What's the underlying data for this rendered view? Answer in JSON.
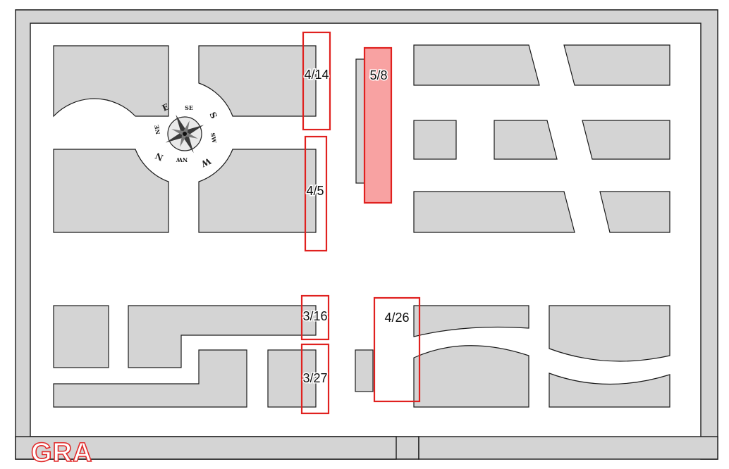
{
  "map": {
    "zones": [
      {
        "id": "zone-4-14",
        "label": "4/14",
        "highlighted": false
      },
      {
        "id": "zone-4-5",
        "label": "4/5",
        "highlighted": false
      },
      {
        "id": "zone-5-8",
        "label": "5/8",
        "highlighted": true
      },
      {
        "id": "zone-3-16",
        "label": "3/16",
        "highlighted": false
      },
      {
        "id": "zone-3-27",
        "label": "3/27",
        "highlighted": false
      },
      {
        "id": "zone-4-26",
        "label": "4/26",
        "highlighted": false
      }
    ],
    "compass": {
      "letters": [
        "E",
        "SE",
        "S",
        "SW",
        "W",
        "NW",
        "N",
        "NE"
      ]
    },
    "watermark": "GRA",
    "colors": {
      "block_fill": "#d4d4d4",
      "outline": "#1a1a1a",
      "zone_stroke": "#e0211f",
      "zone_highlight_fill": "#f8a2a2"
    }
  }
}
